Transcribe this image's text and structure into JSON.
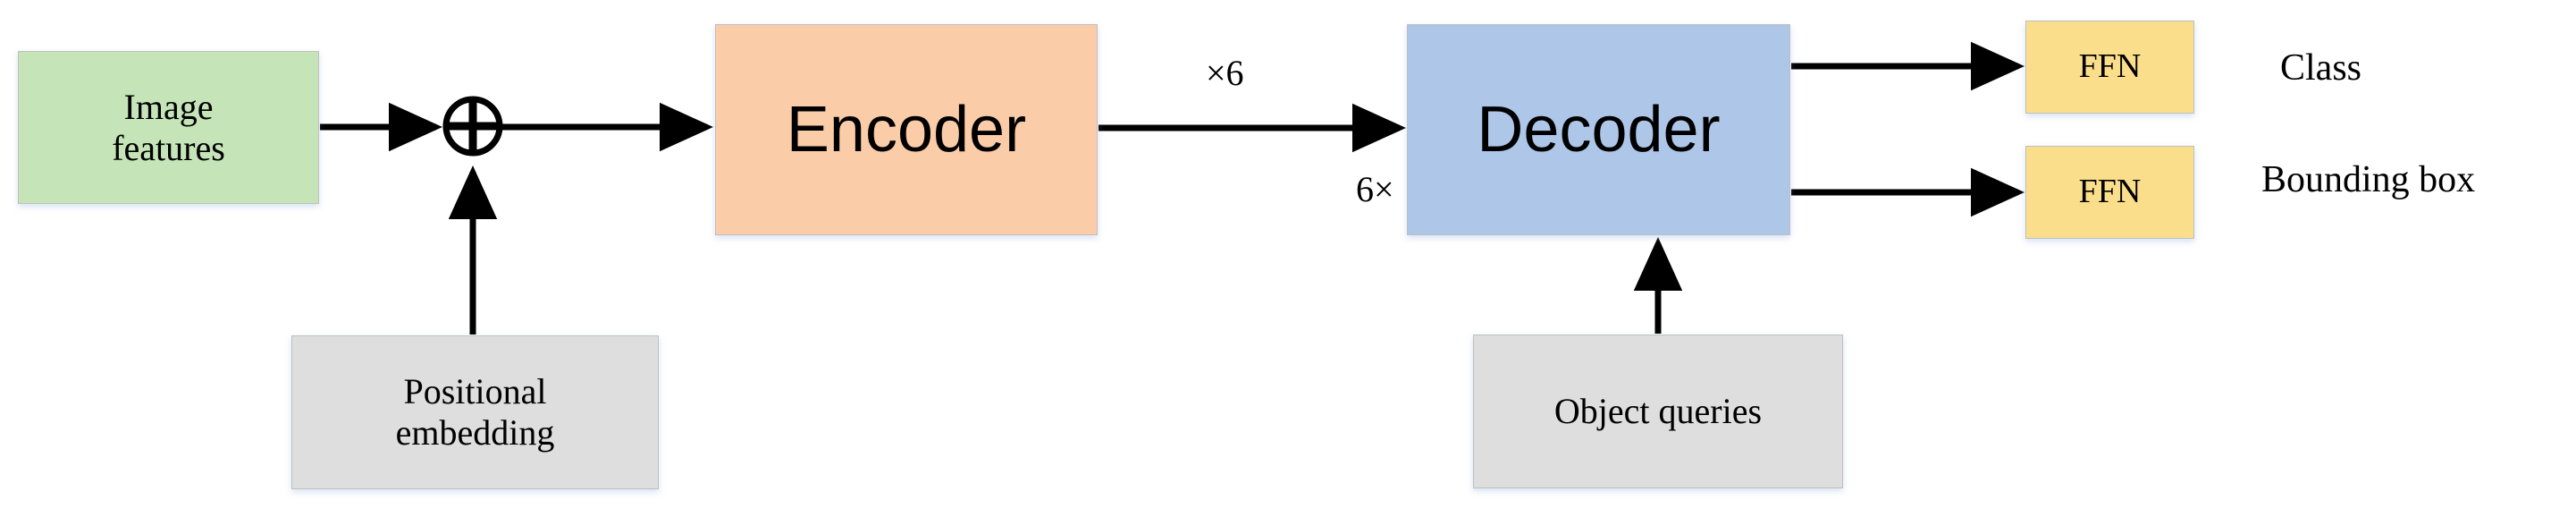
{
  "diagram": {
    "title": "DETR transformer encoder-decoder architecture",
    "background_color": "#ffffff",
    "stroke_color": "#000000",
    "nodes": {
      "image_features": {
        "label": "Image\nfeatures",
        "line1": "Image",
        "line2": "features",
        "color": "#c5e4b8"
      },
      "positional_embedding": {
        "label": "Positional\nembedding",
        "line1": "Positional",
        "line2": "embedding",
        "color": "#dedede"
      },
      "encoder": {
        "label": "Encoder",
        "color": "#fbcca8"
      },
      "decoder": {
        "label": "Decoder",
        "color": "#aec6e8"
      },
      "object_queries": {
        "label": "Object queries",
        "color": "#dedede"
      },
      "ffn_class": {
        "label": "FFN",
        "color": "#fbde8c"
      },
      "ffn_bbox": {
        "label": "FFN",
        "color": "#fbde8c"
      }
    },
    "operators": {
      "sum": {
        "symbol": "circled-plus",
        "name": "element-wise sum"
      }
    },
    "annotations": {
      "encoder_repeat": "×6",
      "decoder_repeat": "6×",
      "class_output": "Class",
      "bbox_output": "Bounding box"
    },
    "edges": [
      {
        "from": "image_features",
        "to": "sum",
        "style": "solid-arrow"
      },
      {
        "from": "positional_embedding",
        "to": "sum",
        "style": "solid-arrow"
      },
      {
        "from": "sum",
        "to": "encoder",
        "style": "solid-arrow"
      },
      {
        "from": "encoder",
        "to": "decoder",
        "style": "solid-arrow",
        "label": "×6"
      },
      {
        "from": "object_queries",
        "to": "decoder",
        "style": "solid-arrow"
      },
      {
        "from": "decoder",
        "to": "ffn_class",
        "style": "solid-arrow"
      },
      {
        "from": "decoder",
        "to": "ffn_bbox",
        "style": "solid-arrow"
      }
    ]
  }
}
